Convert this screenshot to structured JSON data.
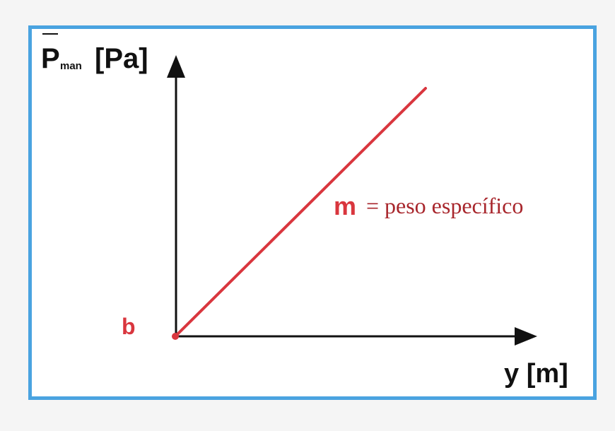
{
  "colors": {
    "frame": "#4aa3e0",
    "line": "#d9363e",
    "axis": "#111111",
    "text_red": "#d9363e",
    "text_serif_red": "#a8262c",
    "background": "#ffffff"
  },
  "y_axis": {
    "symbol": "P",
    "subscript": "man",
    "unit": "[Pa]"
  },
  "x_axis": {
    "label": "y [m]"
  },
  "intercept": {
    "label": "b"
  },
  "slope": {
    "symbol": "m",
    "equals": "=",
    "description": "peso específico"
  }
}
